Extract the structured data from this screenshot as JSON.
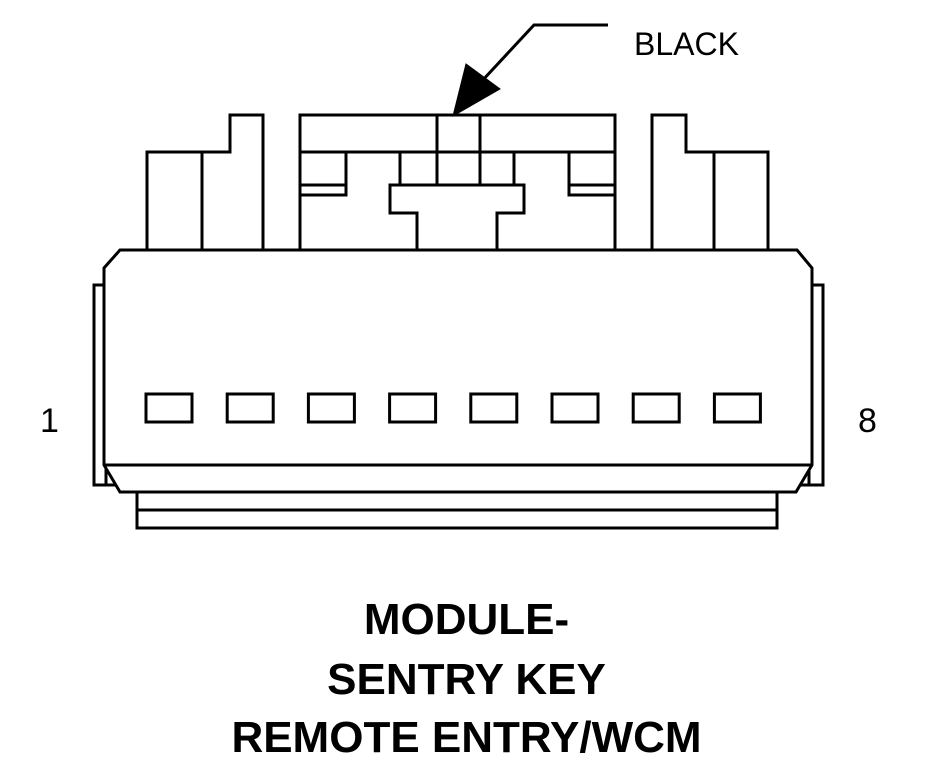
{
  "callout": {
    "color_label": "BLACK"
  },
  "pins": {
    "first": "1",
    "last": "8",
    "cavity_count": 8
  },
  "title": {
    "line1": "MODULE-",
    "line2": "SENTRY KEY",
    "line3": "REMOTE ENTRY/WCM"
  },
  "colors": {
    "ink": "#000000",
    "paper": "#ffffff"
  }
}
